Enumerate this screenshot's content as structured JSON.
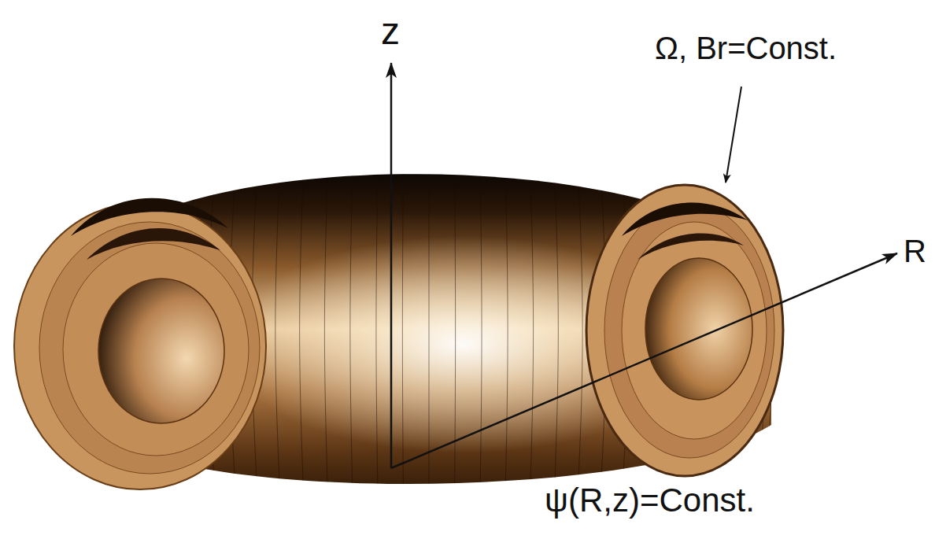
{
  "diagram": {
    "labels": [
      "z",
      "R",
      "Ω, Br=Const.",
      "ψ(R,z)=Const."
    ]
  }
}
